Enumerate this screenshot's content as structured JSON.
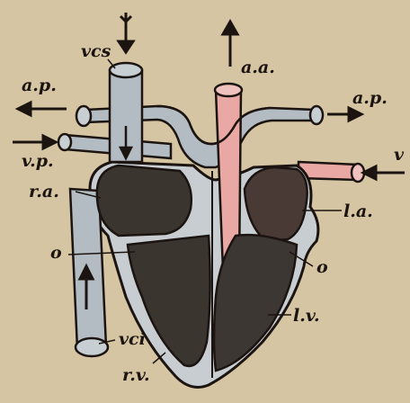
{
  "labels": {
    "vcs": "vcs",
    "aa": "a.a.",
    "ap_left": "a.p.",
    "ap_right": "a.p.",
    "vp_left": "v.p.",
    "vp_right": "v",
    "ra": "r.a.",
    "la": "l.a.",
    "o_left": "o",
    "o_right": "o",
    "lv": "l.v.",
    "vci": "vci",
    "rv": "r.v."
  },
  "colors": {
    "background": "#d6c5a3",
    "vein_gray": "#b3bcc2",
    "artery_pink": "#e9a8a4",
    "chamber_dark": "#3b3530",
    "outline": "#1b1410"
  }
}
